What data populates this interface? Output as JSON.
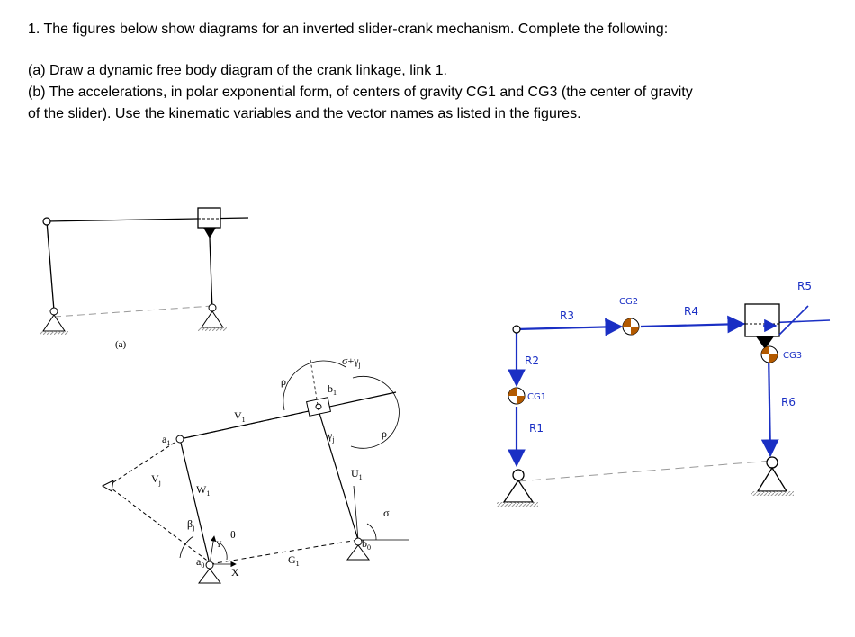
{
  "problem": {
    "title": "1. The figures below show diagrams for an inverted slider-crank mechanism.  Complete the following:",
    "part_a": "(a) Draw a dynamic free body diagram of the crank linkage, link 1.",
    "part_b_line1": "(b) The accelerations, in polar exponential form, of centers of gravity CG1 and CG3 (the center of gravity",
    "part_b_line2": "of the slider).  Use the kinematic variables and the vector names as listed in the figures."
  },
  "figure_a": {
    "caption": "(a)"
  },
  "figure_vectors": {
    "labels": {
      "v1": "V",
      "v1_sub": "1",
      "w1": "W",
      "w1_sub": "1",
      "u1": "U",
      "u1_sub": "1",
      "g1": "G",
      "g1_sub": "1",
      "b1": "b",
      "b1_sub": "1",
      "a1": "a",
      "a1_sub": "1",
      "a0": "a",
      "a0_sub": "0",
      "b0": "b",
      "b0_sub": "0",
      "vj": "V",
      "vj_sub": "j",
      "beta": "β",
      "beta_sub": "j",
      "theta": "θ",
      "rho_top": "ρ",
      "rho_right": "ρ",
      "sigma_gamma": "σ+γ",
      "sigma_gamma_sub": "j",
      "gamma": "γ",
      "gamma_sub": "j",
      "sigma": "σ",
      "x_axis": "X",
      "y_axis": "Y"
    }
  },
  "figure_cg": {
    "labels": {
      "r1": "R1",
      "r2": "R2",
      "r3": "R3",
      "r4": "R4",
      "r5": "R5",
      "r6": "R6",
      "cg1": "CG1",
      "cg2": "CG2",
      "cg3": "CG3"
    },
    "annotation_color": "#1a2fc4",
    "cg_marker_color": "#b35a00"
  }
}
